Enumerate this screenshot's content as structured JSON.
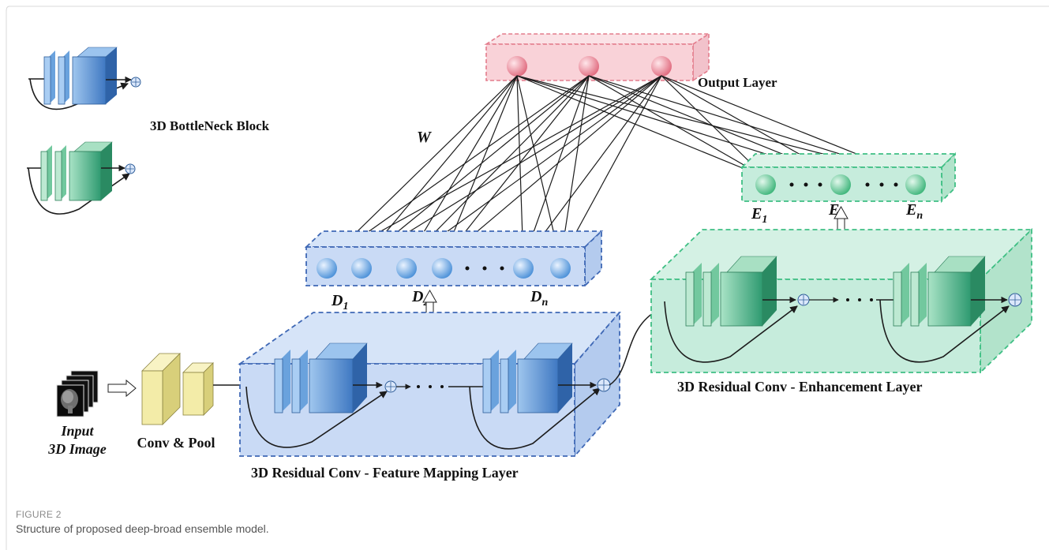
{
  "figure": {
    "label": "FIGURE 2",
    "caption": "Structure of proposed deep-broad ensemble model."
  },
  "labels": {
    "bottleneck_block": "3D BottleNeck Block",
    "output_layer": "Output Layer",
    "weight": "W",
    "input_line1": "Input",
    "input_line2": "3D Image",
    "conv_pool": "Conv & Pool",
    "feature_mapping": "3D Residual Conv - Feature Mapping Layer",
    "enhancement": "3D Residual Conv - Enhancement Layer"
  },
  "feature_nodes": {
    "d1": "D",
    "d1_sub": "1",
    "d2": "D",
    "d2_sub": "2",
    "dn": "D",
    "dn_sub": "n"
  },
  "enhancement_nodes": {
    "e1": "E",
    "e1_sub": "1",
    "e2": "E",
    "e2_sub": "2",
    "en": "E",
    "en_sub": "n"
  },
  "colors": {
    "blue_fill": "#c9daf5",
    "blue_border": "#3f68b5",
    "green_fill": "#c6ecdc",
    "green_border": "#3fbf84",
    "pink_fill": "#f9d2d8",
    "pink_border": "#e37c8c",
    "yellow_fill": "#f3eca8"
  }
}
